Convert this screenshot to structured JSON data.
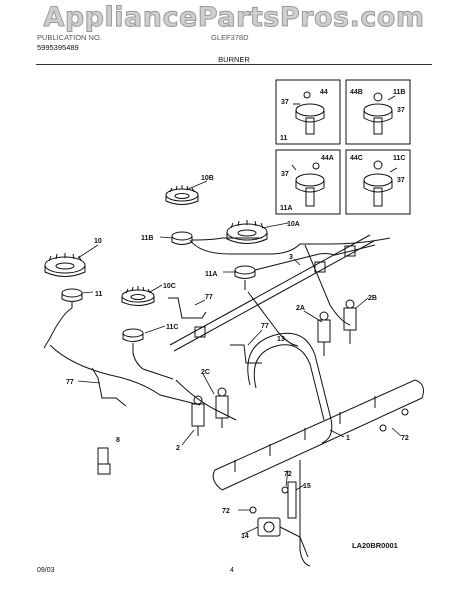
{
  "watermark": "AppliancePartsPros.com",
  "header": {
    "publication_label": "PUBLICATION NO.",
    "publication_number": "5995395489",
    "model": "GLEF378D",
    "section_title": "BURNER"
  },
  "footer": {
    "date": "09/03",
    "page": "4",
    "diagram_code": "LA20BR0001"
  },
  "callouts": {
    "c44": "44",
    "c37a": "37",
    "c11": "11",
    "c44b": "44B",
    "c11b_inset": "11B",
    "c37b": "37",
    "c44a": "44A",
    "c37c": "37",
    "c11a_inset": "11A",
    "c44c": "44C",
    "c11c_inset": "11C",
    "c37d": "37",
    "c10b": "10B",
    "c11b": "11B",
    "c10a": "10A",
    "c10": "10",
    "c3": "3",
    "c11a": "11A",
    "c10c": "10C",
    "c77a": "77",
    "c2a": "2A",
    "c2b": "2B",
    "c11c": "11C",
    "c77b": "77",
    "c13": "13",
    "c77c": "77",
    "c2c": "2C",
    "c8": "8",
    "c2": "2",
    "c1": "1",
    "c72a": "72",
    "c72b": "72",
    "c15": "15",
    "c72c": "72",
    "c14": "14"
  }
}
